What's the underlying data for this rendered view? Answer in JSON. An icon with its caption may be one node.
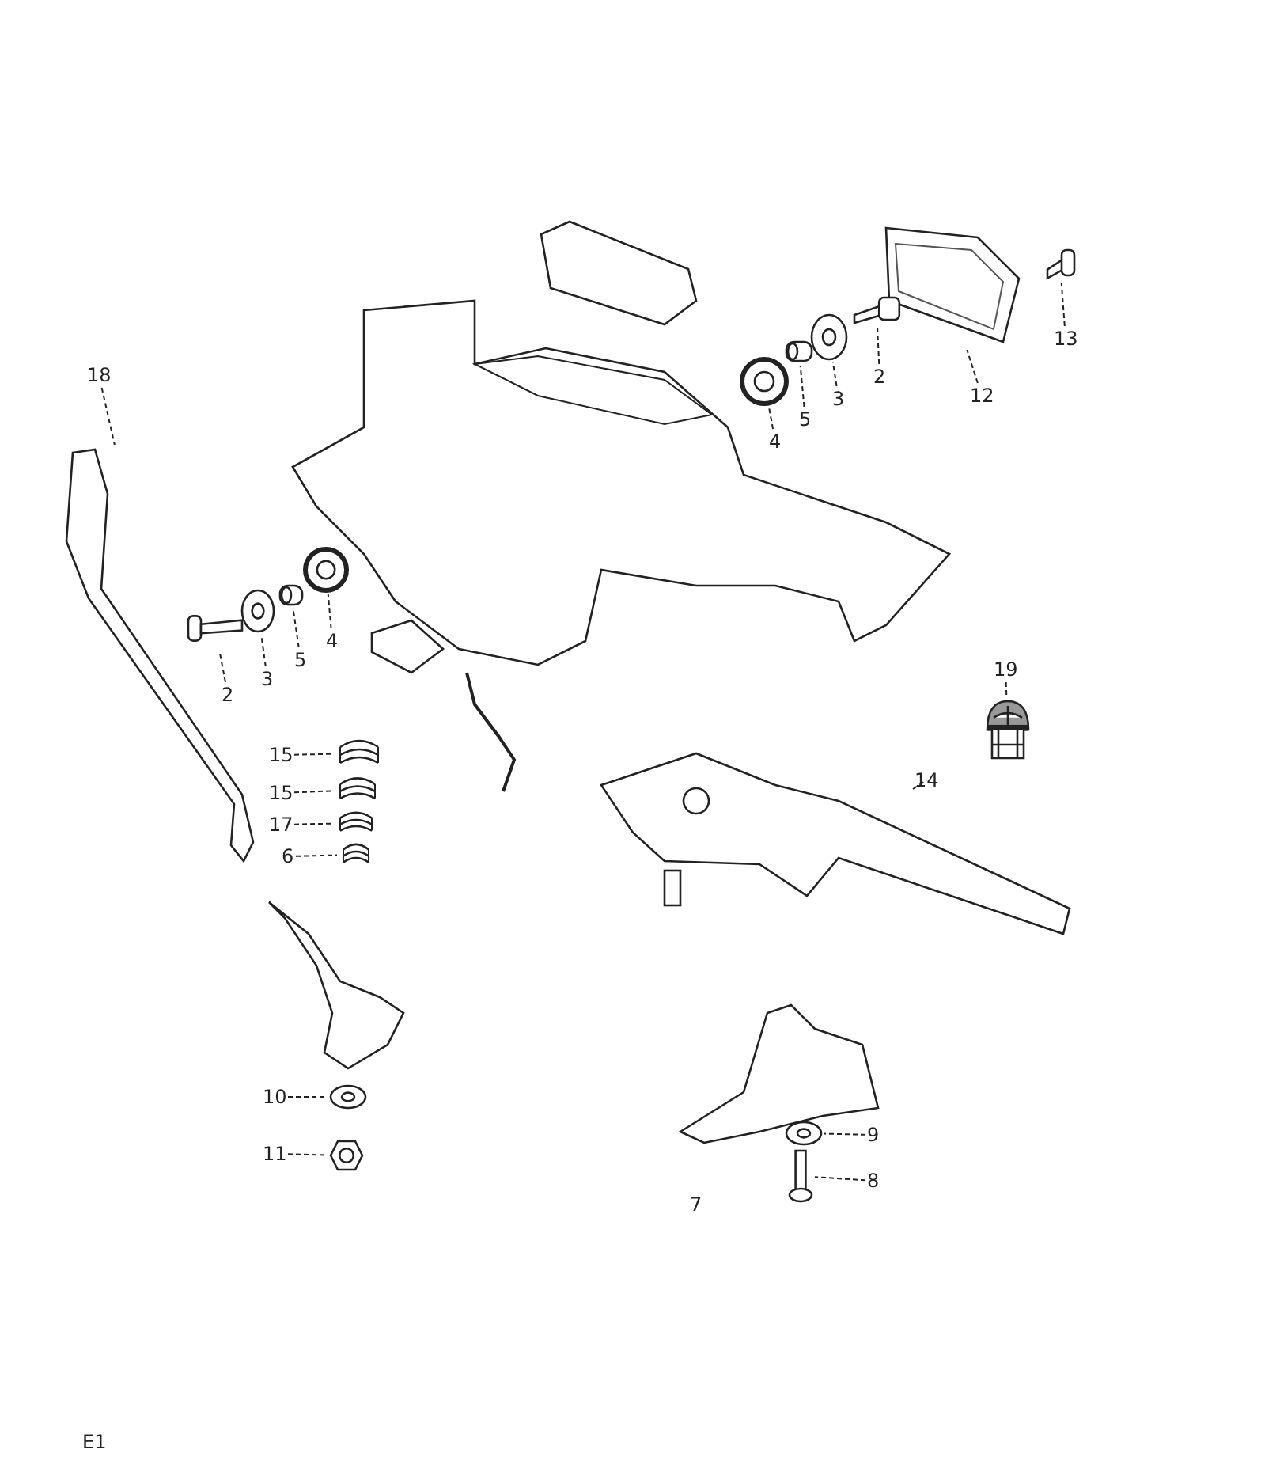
{
  "diagram": {
    "nodes": [
      {
        "text": [
          "13"
        ]
      },
      {
        "text": [],
        "shape": "picture"
      },
      {
        "text": [
          "12"
        ]
      },
      {
        "text": [],
        "shape": "picture"
      },
      {
        "text": [
          "2"
        ]
      },
      {
        "text": [],
        "shape": "picture"
      },
      {
        "text": [
          "3"
        ]
      },
      {
        "text": [],
        "shape": "picture"
      },
      {
        "text": [
          "5"
        ]
      },
      {
        "text": [],
        "shape": "picture"
      },
      {
        "text": [
          "4"
        ]
      },
      {
        "text": [],
        "shape": "picture"
      },
      {
        "text": [
          "18"
        ]
      },
      {
        "text": [],
        "shape": "picture"
      },
      {
        "text": [
          "4"
        ]
      },
      {
        "text": [],
        "shape": "picture"
      },
      {
        "text": [
          "5"
        ]
      },
      {
        "text": [],
        "shape": "picture"
      },
      {
        "text": [
          "3"
        ]
      },
      {
        "text": [],
        "shape": "picture"
      },
      {
        "text": [
          "2"
        ]
      },
      {
        "text": [],
        "shape": "picture"
      },
      {
        "text": [
          "19"
        ]
      },
      {
        "text": [],
        "shape": "picture"
      },
      {
        "text": [
          "14"
        ]
      },
      {
        "text": [],
        "shape": "picture"
      },
      {
        "text": [
          "15"
        ]
      },
      {
        "text": [],
        "shape": "picture"
      },
      {
        "text": [
          "15"
        ]
      },
      {
        "text": [],
        "shape": "picture"
      },
      {
        "text": [
          "17"
        ]
      },
      {
        "text": [],
        "shape": "picture"
      },
      {
        "text": [
          "6"
        ]
      },
      {
        "text": [],
        "shape": "picture"
      },
      {
        "text": [
          "10"
        ]
      },
      {
        "text": [],
        "shape": "picture"
      },
      {
        "text": [
          "11"
        ]
      },
      {
        "text": [],
        "shape": "picture"
      },
      {
        "text": [
          "9"
        ]
      },
      {
        "text": [],
        "shape": "picture"
      },
      {
        "text": [
          "8"
        ]
      },
      {
        "text": [],
        "shape": "picture"
      }
    ],
    "edges": [
      {
        "from": 0,
        "to": 1,
        "arrow": "none",
        "style": "dashed"
      },
      {
        "from": 2,
        "to": 3,
        "arrow": "none",
        "style": "dashed"
      },
      {
        "from": 4,
        "to": 5,
        "arrow": "none",
        "style": "dashed"
      },
      {
        "from": 6,
        "to": 7,
        "arrow": "none",
        "style": "dashed"
      },
      {
        "from": 8,
        "to": 9,
        "arrow": "none",
        "style": "dashed"
      },
      {
        "from": 10,
        "to": 11,
        "arrow": "none",
        "style": "dashed"
      },
      {
        "from": 12,
        "to": 13,
        "arrow": "none",
        "style": "dashed"
      },
      {
        "from": 14,
        "to": 15,
        "arrow": "none",
        "style": "dashed"
      },
      {
        "from": 16,
        "to": 17,
        "arrow": "none",
        "style": "dashed"
      },
      {
        "from": 18,
        "to": 19,
        "arrow": "none",
        "style": "dashed"
      },
      {
        "from": 20,
        "to": 21,
        "arrow": "none",
        "style": "dashed"
      },
      {
        "from": 22,
        "to": 23,
        "arrow": "none",
        "style": "dashed"
      },
      {
        "from": 24,
        "to": 25,
        "arrow": "none",
        "style": "dashed"
      },
      {
        "from": 26,
        "to": 27,
        "arrow": "none",
        "style": "dashed"
      },
      {
        "from": 28,
        "to": 29,
        "arrow": "none",
        "style": "dashed"
      },
      {
        "from": 30,
        "to": 31,
        "arrow": "none",
        "style": "dashed"
      },
      {
        "from": 32,
        "to": 33,
        "arrow": "none",
        "style": "dashed"
      },
      {
        "from": 34,
        "to": 35,
        "arrow": "none",
        "style": "dashed"
      },
      {
        "from": 36,
        "to": 37,
        "arrow": "none",
        "style": "dashed"
      },
      {
        "from": 38,
        "to": 39,
        "arrow": "none",
        "style": "dashed"
      },
      {
        "from": 40,
        "to": 41,
        "arrow": "none",
        "style": "dashed"
      }
    ],
    "labels": [
      "7",
      "E1"
    ]
  }
}
